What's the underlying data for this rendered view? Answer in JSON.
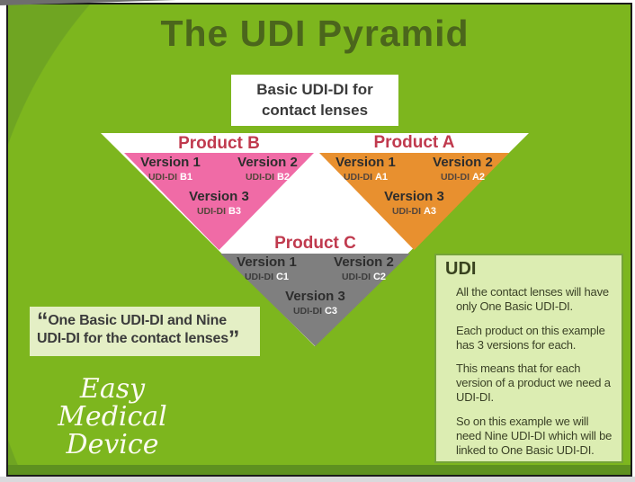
{
  "slide": {
    "title": "The UDI Pyramid",
    "basic_udi_box": "Basic UDI-DI for contact lenses",
    "pyramid": {
      "products": [
        {
          "name": "Product B",
          "versions": [
            {
              "label": "Version 1",
              "prefix": "UDI-DI",
              "code": "B1"
            },
            {
              "label": "Version 2",
              "prefix": "UDI-DI",
              "code": "B2"
            },
            {
              "label": "Version 3",
              "prefix": "UDI-DI",
              "code": "B3"
            }
          ]
        },
        {
          "name": "Product A",
          "versions": [
            {
              "label": "Version 1",
              "prefix": "UDI-DI",
              "code": "A1"
            },
            {
              "label": "Version 2",
              "prefix": "UDI-DI",
              "code": "A2"
            },
            {
              "label": "Version 3",
              "prefix": "UDI-DI",
              "code": "A3"
            }
          ]
        },
        {
          "name": "Product C",
          "versions": [
            {
              "label": "Version 1",
              "prefix": "UDI-DI",
              "code": "C1"
            },
            {
              "label": "Version 2",
              "prefix": "UDI-DI",
              "code": "C2"
            },
            {
              "label": "Version 3",
              "prefix": "UDI-DI",
              "code": "C3"
            }
          ]
        }
      ]
    },
    "quote": {
      "open_mark": "“",
      "text": "One Basic UDI-DI and Nine UDI-DI for the contact lenses",
      "close_mark": "”"
    },
    "info_panel": {
      "heading": "UDI",
      "paragraphs": [
        "All the contact lenses will have only One Basic UDI-DI.",
        "Each product on this example has 3 versions for each.",
        "This means that for each version of a product we need a UDI-DI.",
        "So on this example we will need Nine UDI-DI which will be linked to One Basic UDI-DI."
      ]
    },
    "logo": {
      "lines": [
        "Easy",
        "Medical",
        "Device"
      ]
    },
    "colors": {
      "background": "#7db61e",
      "background_dark": "#6fa522",
      "product_b_pink": "#f06ba6",
      "product_a_orange": "#e8902f",
      "product_c_gray": "#7f7f7f",
      "product_label_red": "#c03a4e",
      "title_green": "#4b661c",
      "panel_bg": "#dcedb2",
      "panel_border": "#75a338",
      "quote_bg": "#e4efc5",
      "bottom_strip": "#5e9120"
    }
  }
}
